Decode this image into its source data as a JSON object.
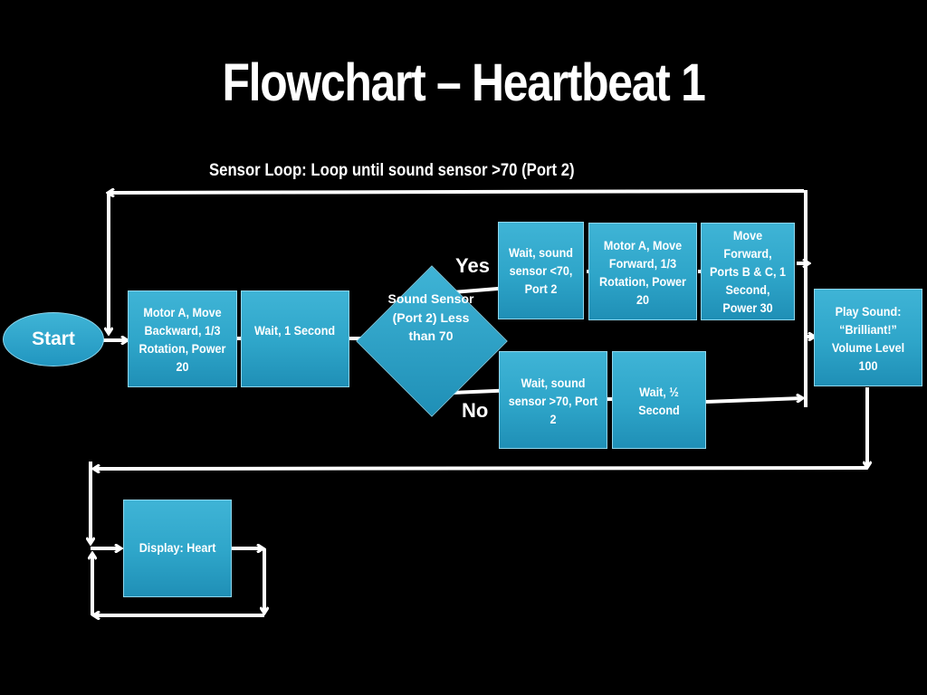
{
  "title": "Flowchart – Heartbeat 1",
  "loop_label": "Sensor Loop: Loop until sound sensor >70 (Port 2)",
  "start": "Start",
  "boxes": {
    "motor_backward": "Motor A, Move Backward, 1/3 Rotation, Power 20",
    "wait_1s": "Wait, 1 Second",
    "decision": "Sound Sensor (Port 2) Less than 70",
    "wait_lt70": "Wait, sound sensor <70, Port 2",
    "motor_forward": "Motor A, Move Forward, 1/3 Rotation, Power 20",
    "move_forward": "Move Forward, Ports B & C, 1 Second, Power 30",
    "wait_gt70": "Wait, sound sensor >70, Port 2",
    "wait_half": "Wait, ½ Second",
    "play_sound": "Play Sound: “Brilliant!” Volume Level 100",
    "display_heart": "Display: Heart"
  },
  "branches": {
    "yes": "Yes",
    "no": "No"
  },
  "colors": {
    "background": "#000000",
    "node": "#2ea5c9",
    "text": "#ffffff",
    "arrow": "#ffffff"
  }
}
